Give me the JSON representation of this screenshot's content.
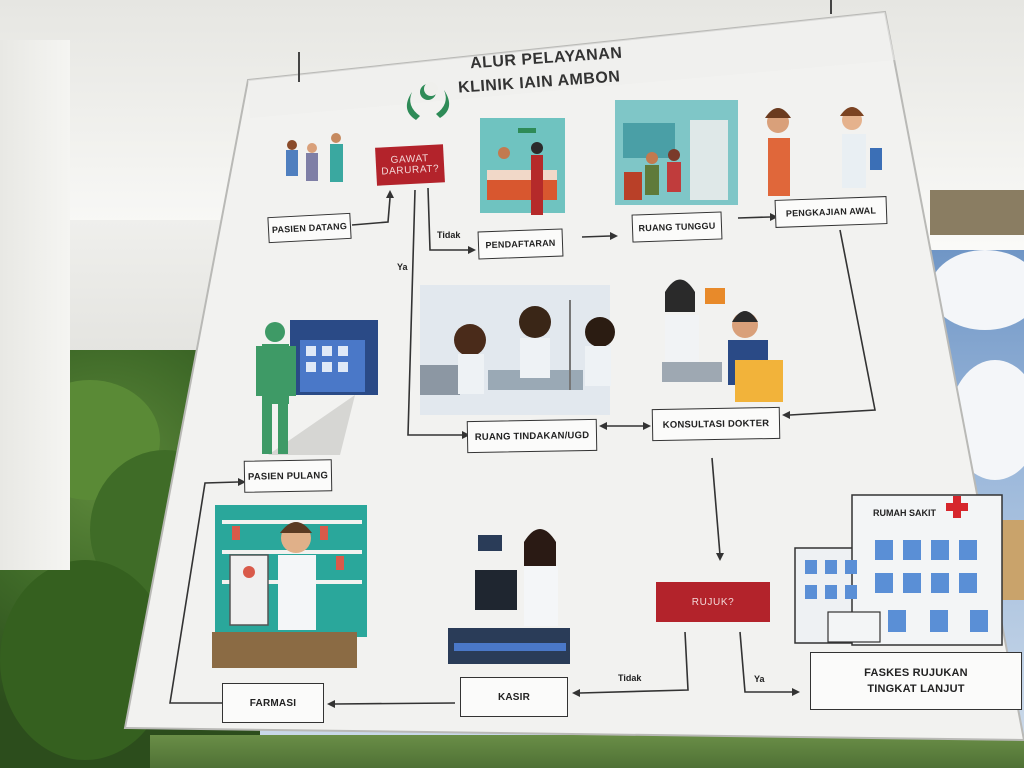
{
  "header": {
    "title_line1": "ALUR PELAYANAN",
    "title_line2": "KLINIK IAIN AMBON"
  },
  "flow": {
    "pasien_datang": "PASIEN DATANG",
    "gawat_darurat": "GAWAT DARURAT?",
    "pendaftaran": "PENDAFTARAN",
    "ruang_tunggu": "RUANG TUNGGU",
    "pengkajian_awal": "PENGKAJIAN AWAL",
    "ruang_tindakan": "RUANG TINDAKAN/UGD",
    "konsultasi_dokter": "KONSULTASI DOKTER",
    "pasien_pulang": "PASIEN PULANG",
    "rujuk": "RUJUK?",
    "faskes_line1": "FASKES RUJUKAN",
    "faskes_line2": "TINGKAT LANJUT",
    "kasir": "KASIR",
    "farmasi": "FARMASI",
    "rumah_sakit": "RUMAH SAKIT"
  },
  "edges": {
    "tidak_1": "Tidak",
    "ya_1": "Ya",
    "tidak_2": "Tidak",
    "ya_2": "Ya"
  },
  "colors": {
    "decision_red": "#b3232b",
    "logo_green": "#2e8b57",
    "teal": "#3aa8a0"
  },
  "icons": [
    "crescent-hands-logo",
    "hospital-cross-icon"
  ]
}
